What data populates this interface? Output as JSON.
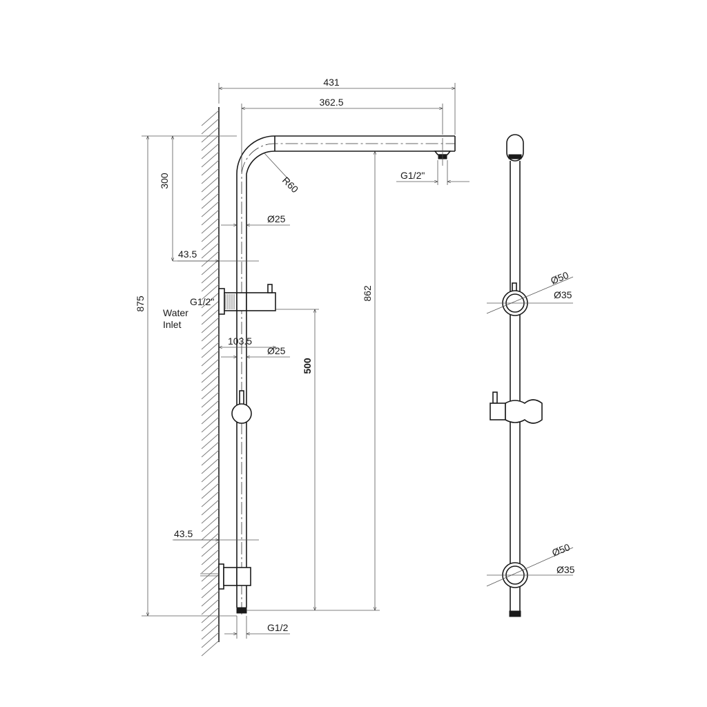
{
  "dimensions": {
    "overall_width": "431",
    "arm_reach": "362.5",
    "top_drop": "300",
    "bend_radius": "R60",
    "pipe_dia_top": "Ø25",
    "upper_offset": "43.5",
    "inlet_thread": "G1/2\"",
    "inlet_label_line1": "Water",
    "inlet_label_line2": "Inlet",
    "overall_height": "875",
    "inlet_offset": "103.5",
    "pipe_dia_mid": "Ø25",
    "lower_length": "500",
    "riser_height": "862",
    "lower_offset": "43.5",
    "bottom_thread": "G1/2",
    "head_thread": "G1/2\""
  },
  "side_view": {
    "upper_bracket_outer": "Ø50",
    "upper_bracket_inner": "Ø35",
    "lower_bracket_outer": "Ø50",
    "lower_bracket_inner": "Ø35"
  },
  "colors": {
    "line": "#1a1a1a",
    "background": "#ffffff"
  }
}
